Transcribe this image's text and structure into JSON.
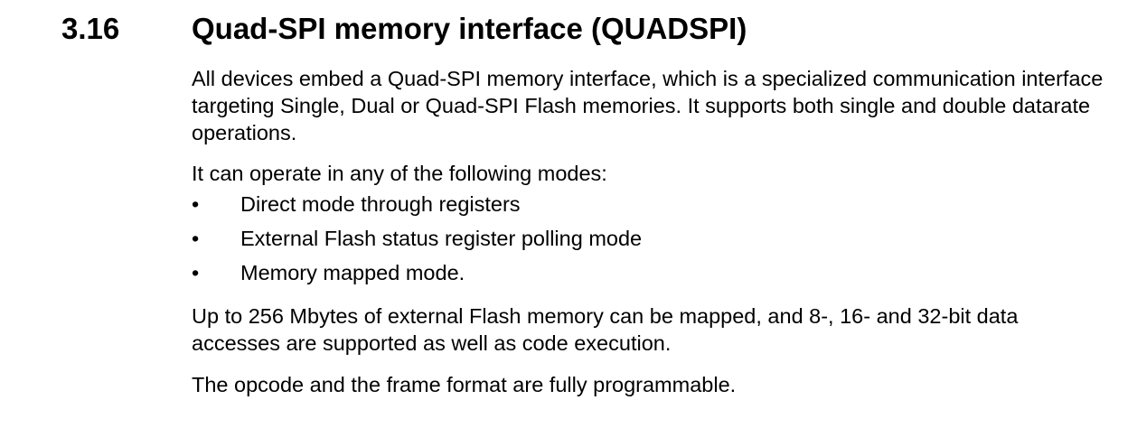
{
  "heading": {
    "number": "3.16",
    "title": "Quad-SPI memory interface (QUADSPI)"
  },
  "paragraphs": {
    "intro": "All devices embed a Quad-SPI memory interface, which is a specialized communication interface targeting Single, Dual or Quad-SPI Flash memories. It supports both single and double datarate operations.",
    "modes_lead": "It can operate in any of the following modes:",
    "mapping": "Up to 256 Mbytes of external Flash memory can be mapped, and 8-, 16- and 32-bit data accesses are supported as well as code execution.",
    "programmable": "The opcode and the frame format are fully programmable."
  },
  "bullet_symbol": "•",
  "modes": [
    "Direct mode through registers",
    "External Flash status register polling mode",
    "Memory mapped mode."
  ]
}
